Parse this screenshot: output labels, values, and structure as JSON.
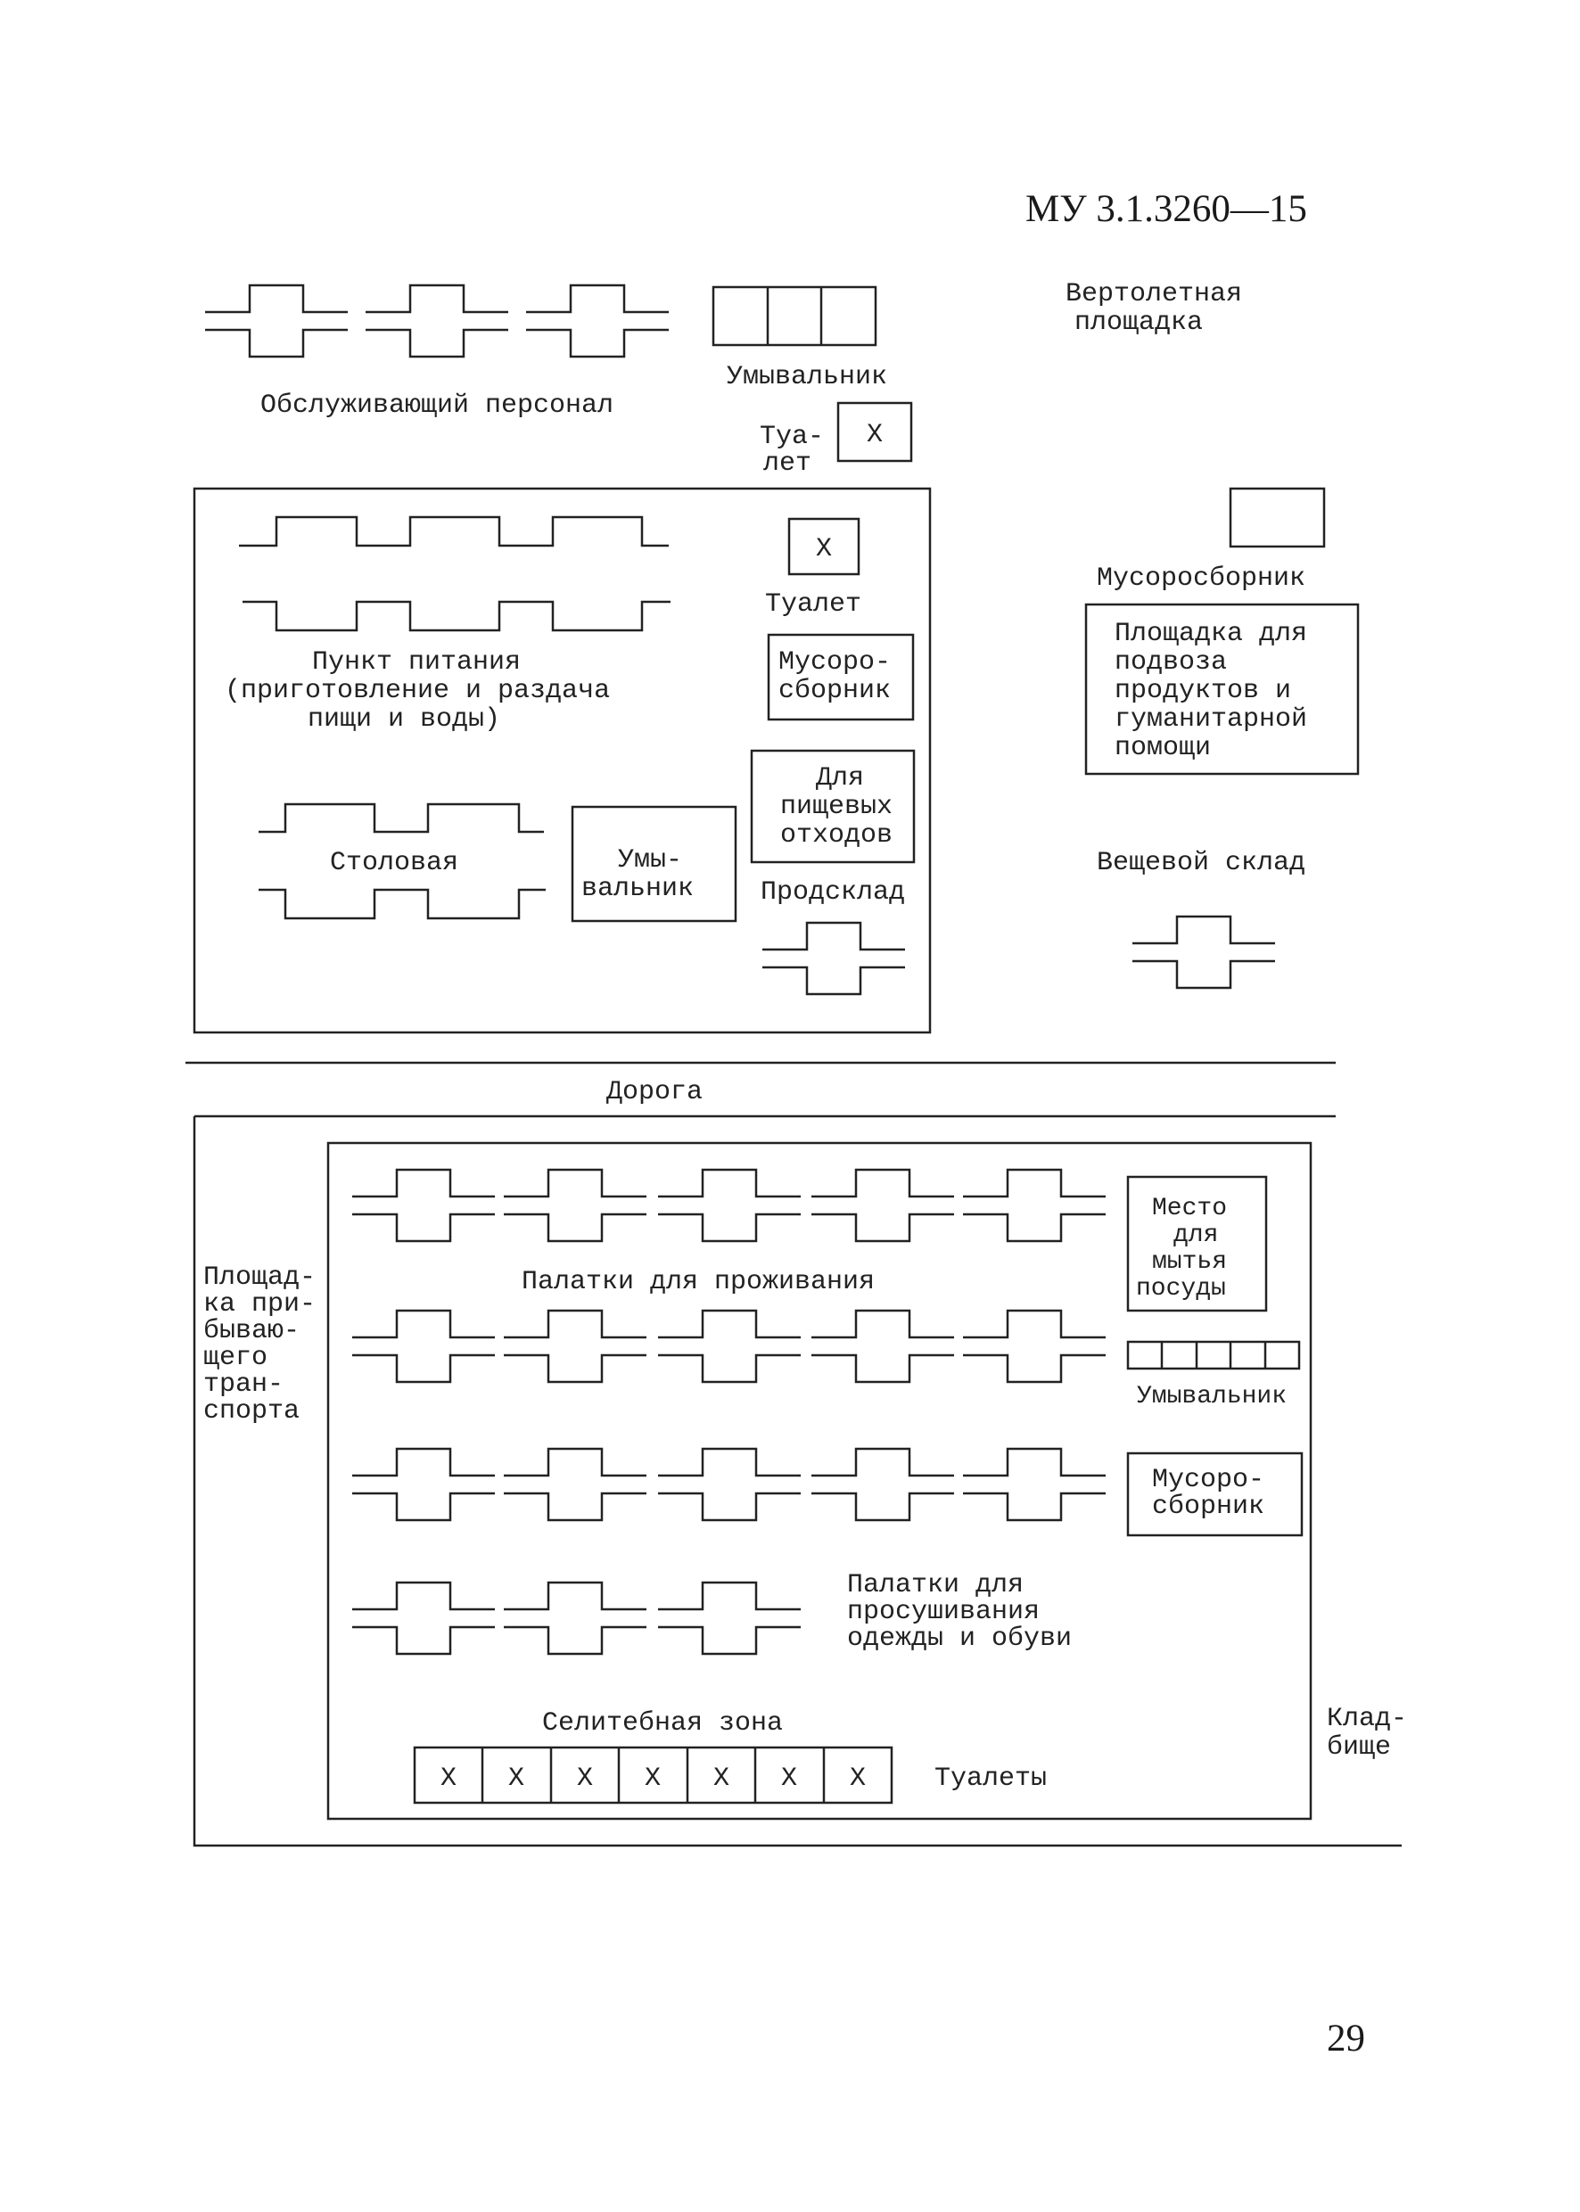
{
  "document": {
    "code": "МУ 3.1.3260—15",
    "page_number": "29"
  },
  "diagram": {
    "top_zone": {
      "helipad_line1": "Вертолетная",
      "helipad_line2": "площадка",
      "staff": "Обслуживающий персонал",
      "washbasin_staff": "Умывальник",
      "toilet_staff_line1": "Туа-",
      "toilet_staff_line2": "лет",
      "garbage_bin_right": "Мусоросборник",
      "supply_line1": "Площадка для",
      "supply_line2": "подвоза",
      "supply_line3": "продуктов и",
      "supply_line4": "гуманитарной",
      "supply_line5": "помощи",
      "clothes_store": "Вещевой склад"
    },
    "food_block": {
      "food_point_line1": "Пункт питания",
      "food_point_line2": "(приготовление и раздача",
      "food_point_line3": "пищи и воды)",
      "canteen": "Столовая",
      "washbasin_line1": "Умы-",
      "washbasin_line2": "вальник",
      "toilet": "Туалет",
      "garbage_line1": "Мусоро-",
      "garbage_line2": "сборник",
      "food_waste_line1": "Для",
      "food_waste_line2": "пищевых",
      "food_waste_line3": "отходов",
      "food_store": "Продсклад"
    },
    "road": "Дорога",
    "residential": {
      "transport_line1": "Площад-",
      "transport_line2": "ка при-",
      "transport_line3": "бываю-",
      "transport_line4": "щего",
      "transport_line5": "тран-",
      "transport_line6": "спорта",
      "living_tents": "Палатки для проживания",
      "dish_line1": "Место",
      "dish_line2": "для",
      "dish_line3": "мытья",
      "dish_line4": "посуды",
      "washbasin": "Умывальник",
      "garbage_line1": "Мусоро-",
      "garbage_line2": "сборник",
      "drying_line1": "Палатки для",
      "drying_line2": "просушивания",
      "drying_line3": "одежды и обуви",
      "zone_label": "Селитебная зона",
      "toilets": "Туалеты",
      "cemetery_line1": "Клад-",
      "cemetery_line2": "бище"
    },
    "toilet_mark": "X"
  }
}
